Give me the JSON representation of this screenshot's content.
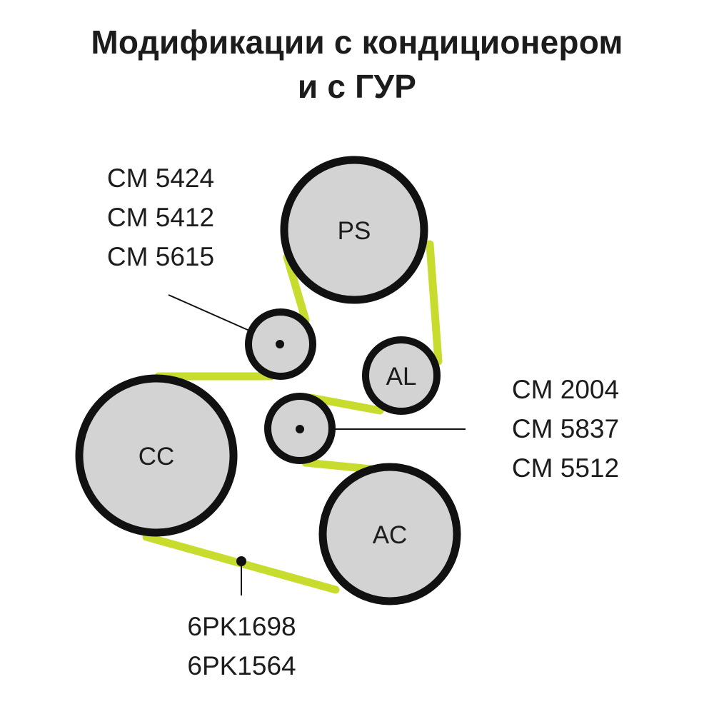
{
  "title": {
    "line1": "Модификации с кондиционером",
    "line2": "и с ГУР"
  },
  "pulleys": {
    "ps": "PS",
    "al": "AL",
    "cc": "CC",
    "ac": "AC"
  },
  "labels": {
    "top_tensioner": [
      "CM 5424",
      "CM 5412",
      "CM 5615"
    ],
    "mid_idler": [
      "CM 2004",
      "CM 5837",
      "CM 5512"
    ],
    "belt": [
      "6PK1698",
      "6PK1564"
    ]
  },
  "colors": {
    "belt": "#c8dc2e",
    "pulley_fill": "#d3d3d3",
    "outline": "#111111",
    "text": "#1c1c1c"
  }
}
